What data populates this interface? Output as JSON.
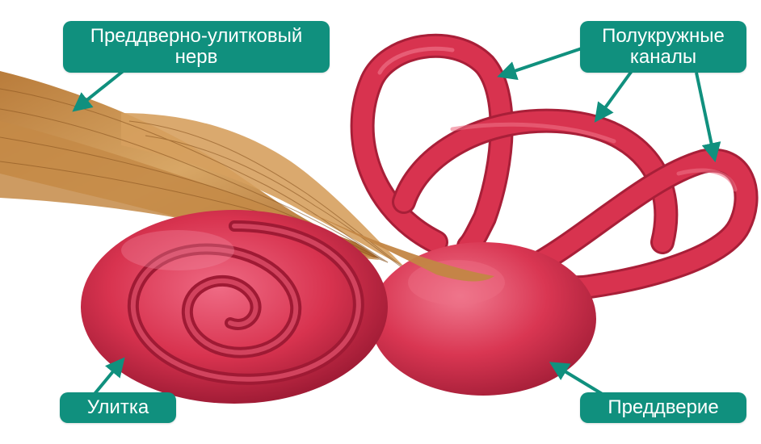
{
  "labels": {
    "nerve": {
      "line1": "Преддверно-улитковый",
      "line2": "нерв"
    },
    "canals": {
      "line1": "Полукружные",
      "line2": "каналы"
    },
    "cochlea": "Улитка",
    "vestibule": "Преддверие"
  },
  "colors": {
    "label_bg": "#10907e",
    "label_text": "#ffffff",
    "organ": "#d8334f",
    "organ_dark": "#a81f38",
    "organ_light": "#ee6f86",
    "nerve": "#c8914a",
    "nerve_dark": "#9a6228",
    "arrow": "#10907e"
  }
}
